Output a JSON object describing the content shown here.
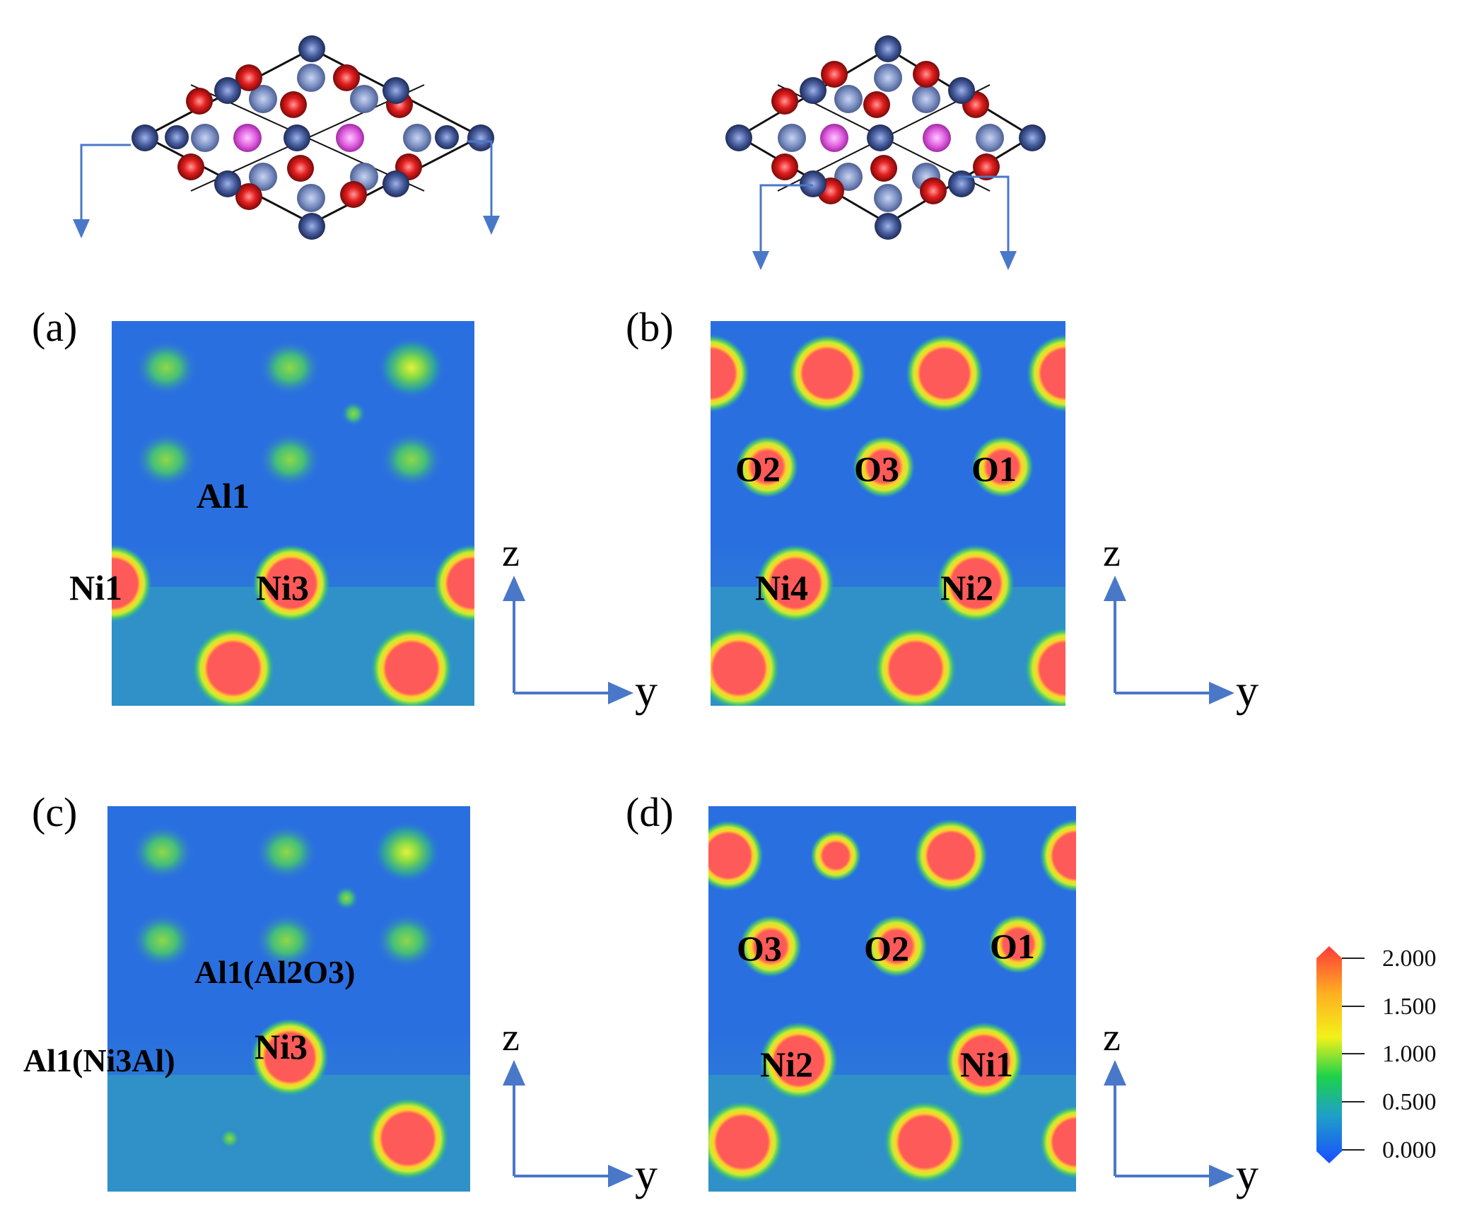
{
  "panels": [
    {
      "id": "a",
      "label": "(a)",
      "atoms": [
        "Al1",
        "Ni1",
        "Ni3"
      ]
    },
    {
      "id": "b",
      "label": "(b)",
      "atoms": [
        "O2",
        "O3",
        "O1",
        "Ni4",
        "Ni2"
      ]
    },
    {
      "id": "c",
      "label": "(c)",
      "atoms": [
        "Al1(Al2O3)",
        "Al1(Ni3Al)",
        "Ni3"
      ]
    },
    {
      "id": "d",
      "label": "(d)",
      "atoms": [
        "O3",
        "O2",
        "O1",
        "Ni2",
        "Ni1"
      ]
    }
  ],
  "axes": {
    "vertical": "z",
    "horizontal": "y"
  },
  "colorbar": {
    "ticks": [
      "2.000",
      "1.500",
      "1.000",
      "0.500",
      "0.000"
    ],
    "colors": [
      "#ff3a3a",
      "#ffb020",
      "#f2f21a",
      "#1dd24a",
      "#1ea0c8",
      "#1a4dff"
    ]
  },
  "palette": {
    "map_background": "#2a6fe0",
    "map_band": "#2f91c8",
    "atom_core": "#ff5a5a",
    "arrow": "#4a78c8",
    "atom_blue": "#4a5fa0",
    "atom_red": "#e02020",
    "atom_pink": "#e060e0"
  }
}
